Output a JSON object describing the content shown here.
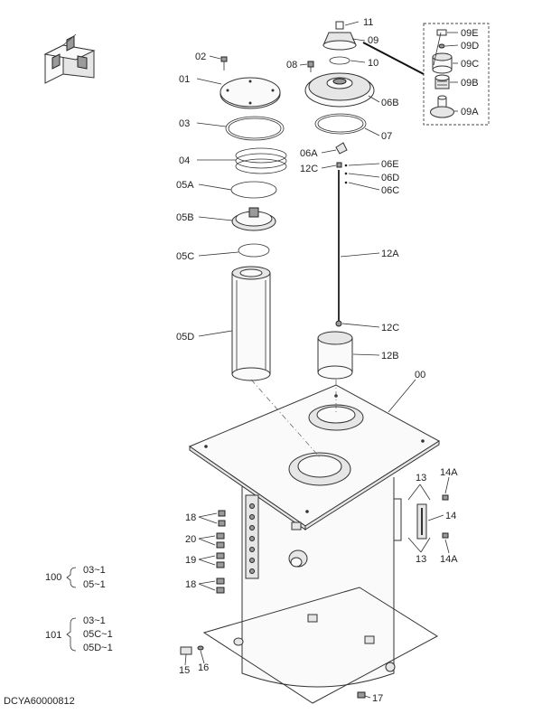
{
  "drawing_id": "DCYA60000812",
  "labels": {
    "p00": "00",
    "p01": "01",
    "p02": "02",
    "p03": "03",
    "p04": "04",
    "p05A": "05A",
    "p05B": "05B",
    "p05C": "05C",
    "p05D": "05D",
    "p06A": "06A",
    "p06B": "06B",
    "p06C": "06C",
    "p06D": "06D",
    "p06E": "06E",
    "p07": "07",
    "p08": "08",
    "p09": "09",
    "p09A": "09A",
    "p09B": "09B",
    "p09C": "09C",
    "p09D": "09D",
    "p09E": "09E",
    "p10": "10",
    "p11": "11",
    "p12A": "12A",
    "p12B": "12B",
    "p12C": "12C",
    "p13": "13",
    "p14": "14",
    "p14A": "14A",
    "p15": "15",
    "p16": "16",
    "p17": "17",
    "p18": "18",
    "p19": "19",
    "p20": "20"
  },
  "assemblies": [
    {
      "number": "100",
      "items": [
        "03~1",
        "05~1"
      ]
    },
    {
      "number": "101",
      "items": [
        "03~1",
        "05C~1",
        "05D~1"
      ]
    }
  ]
}
